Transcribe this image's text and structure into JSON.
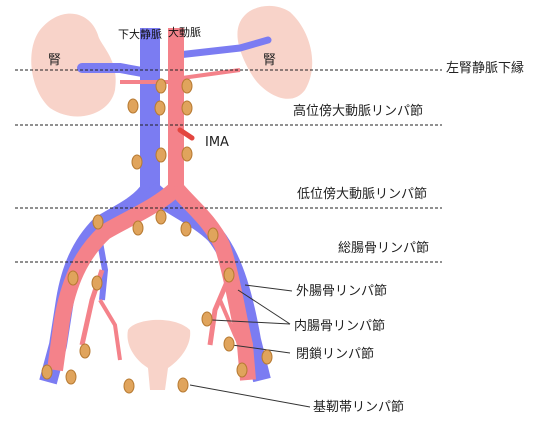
{
  "labels": {
    "kidney_left": "腎",
    "kidney_right": "腎",
    "ivc": "下大静脈",
    "aorta": "大動脈",
    "ima": "IMA",
    "level_renal_vein": "左腎静脈下縁",
    "high_paraaortic": "高位傍大動脈リンパ節",
    "low_paraaortic": "低位傍大動脈リンパ節",
    "common_iliac": "総腸骨リンパ節",
    "external_iliac": "外腸骨リンパ節",
    "internal_iliac": "内腸骨リンパ節",
    "obturator": "閉鎖リンパ節",
    "cardinal_ligament": "基靭帯リンパ節"
  },
  "colors": {
    "vein": "#7b7cf2",
    "artery": "#f4828a",
    "kidney": "#f8d3c9",
    "node": "#e0a45c",
    "node_stroke": "#b77a32",
    "line": "#333333"
  }
}
